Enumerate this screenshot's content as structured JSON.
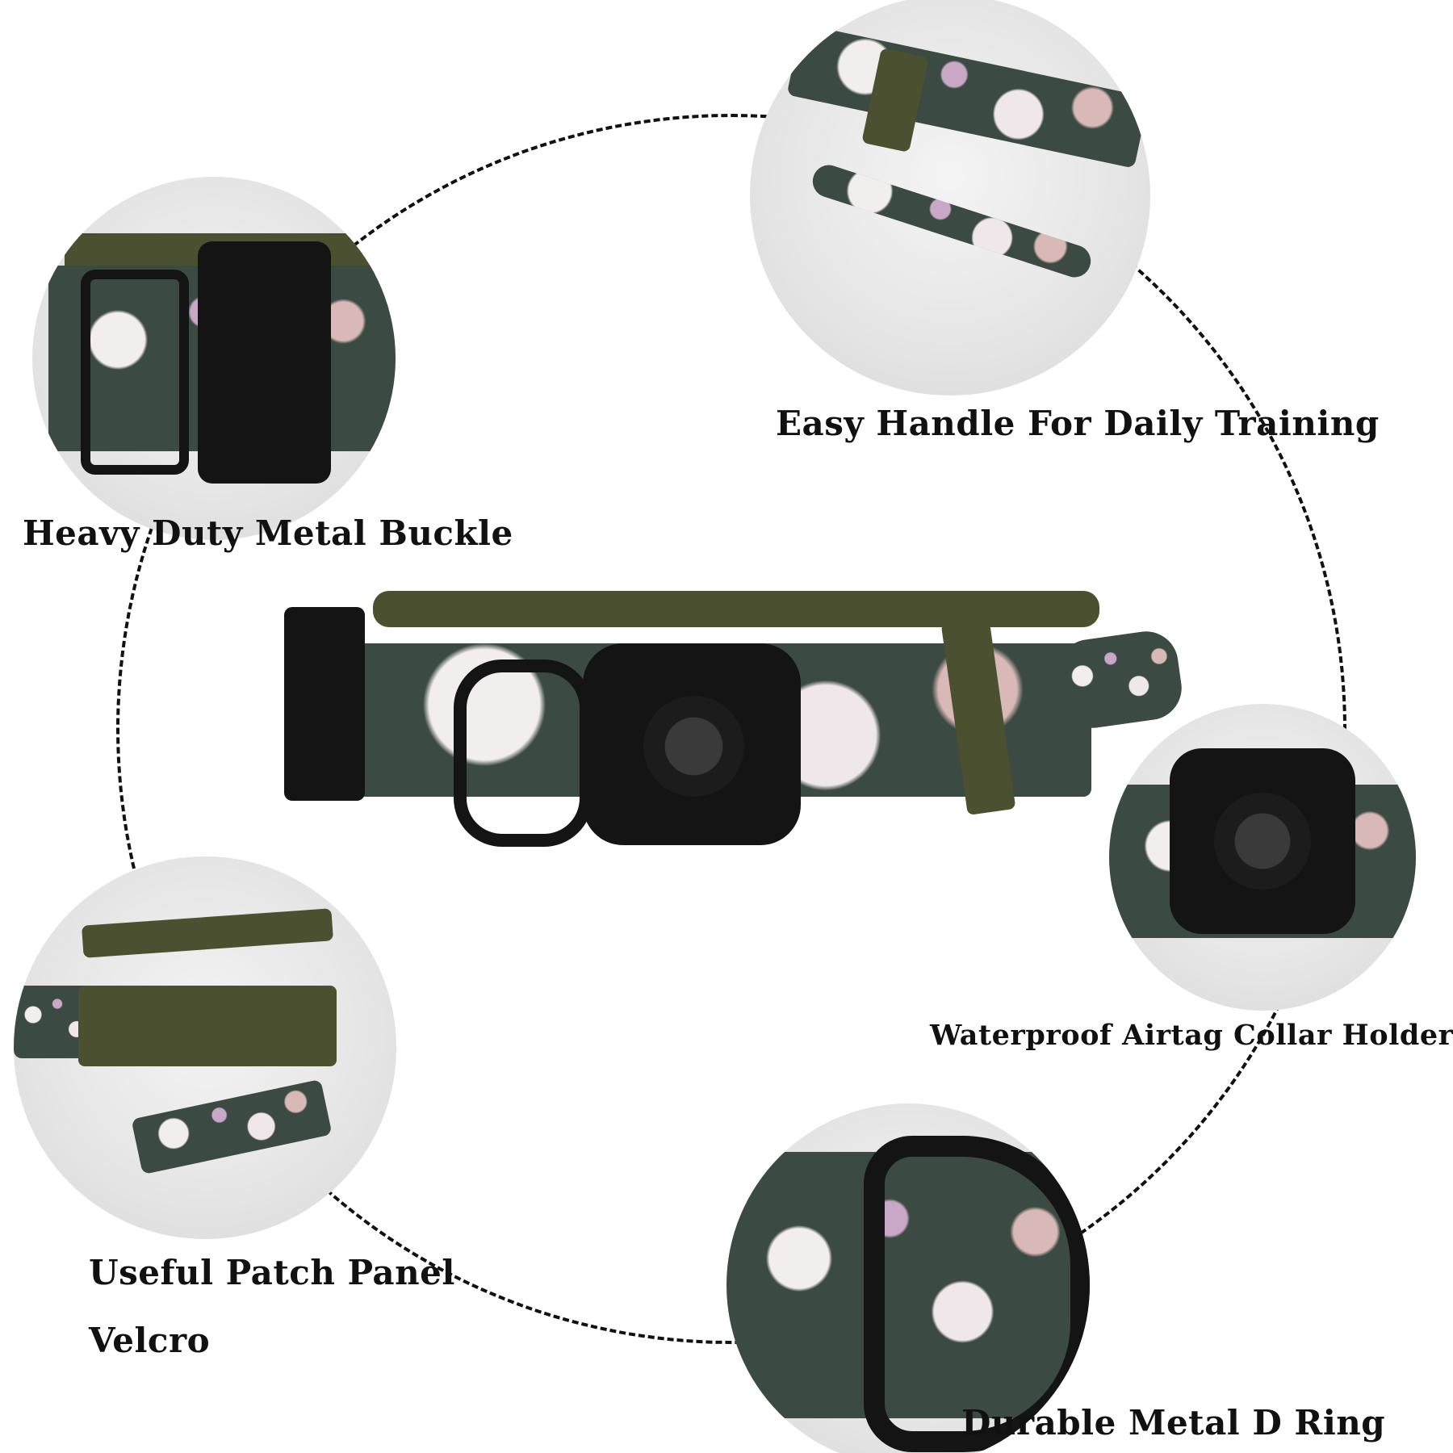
{
  "features": {
    "handle": "Easy Handle For Daily Training",
    "buckle": "Heavy Duty Metal Buckle",
    "airtag": "Waterproof Airtag Collar Holder",
    "velcro_line1": "Useful Patch Panel",
    "velcro_line2": "Velcro",
    "dring": "Durable Metal D Ring"
  },
  "colors": {
    "strap": "#3b4a42",
    "olive": "#4b5030",
    "hardware": "#141414"
  }
}
